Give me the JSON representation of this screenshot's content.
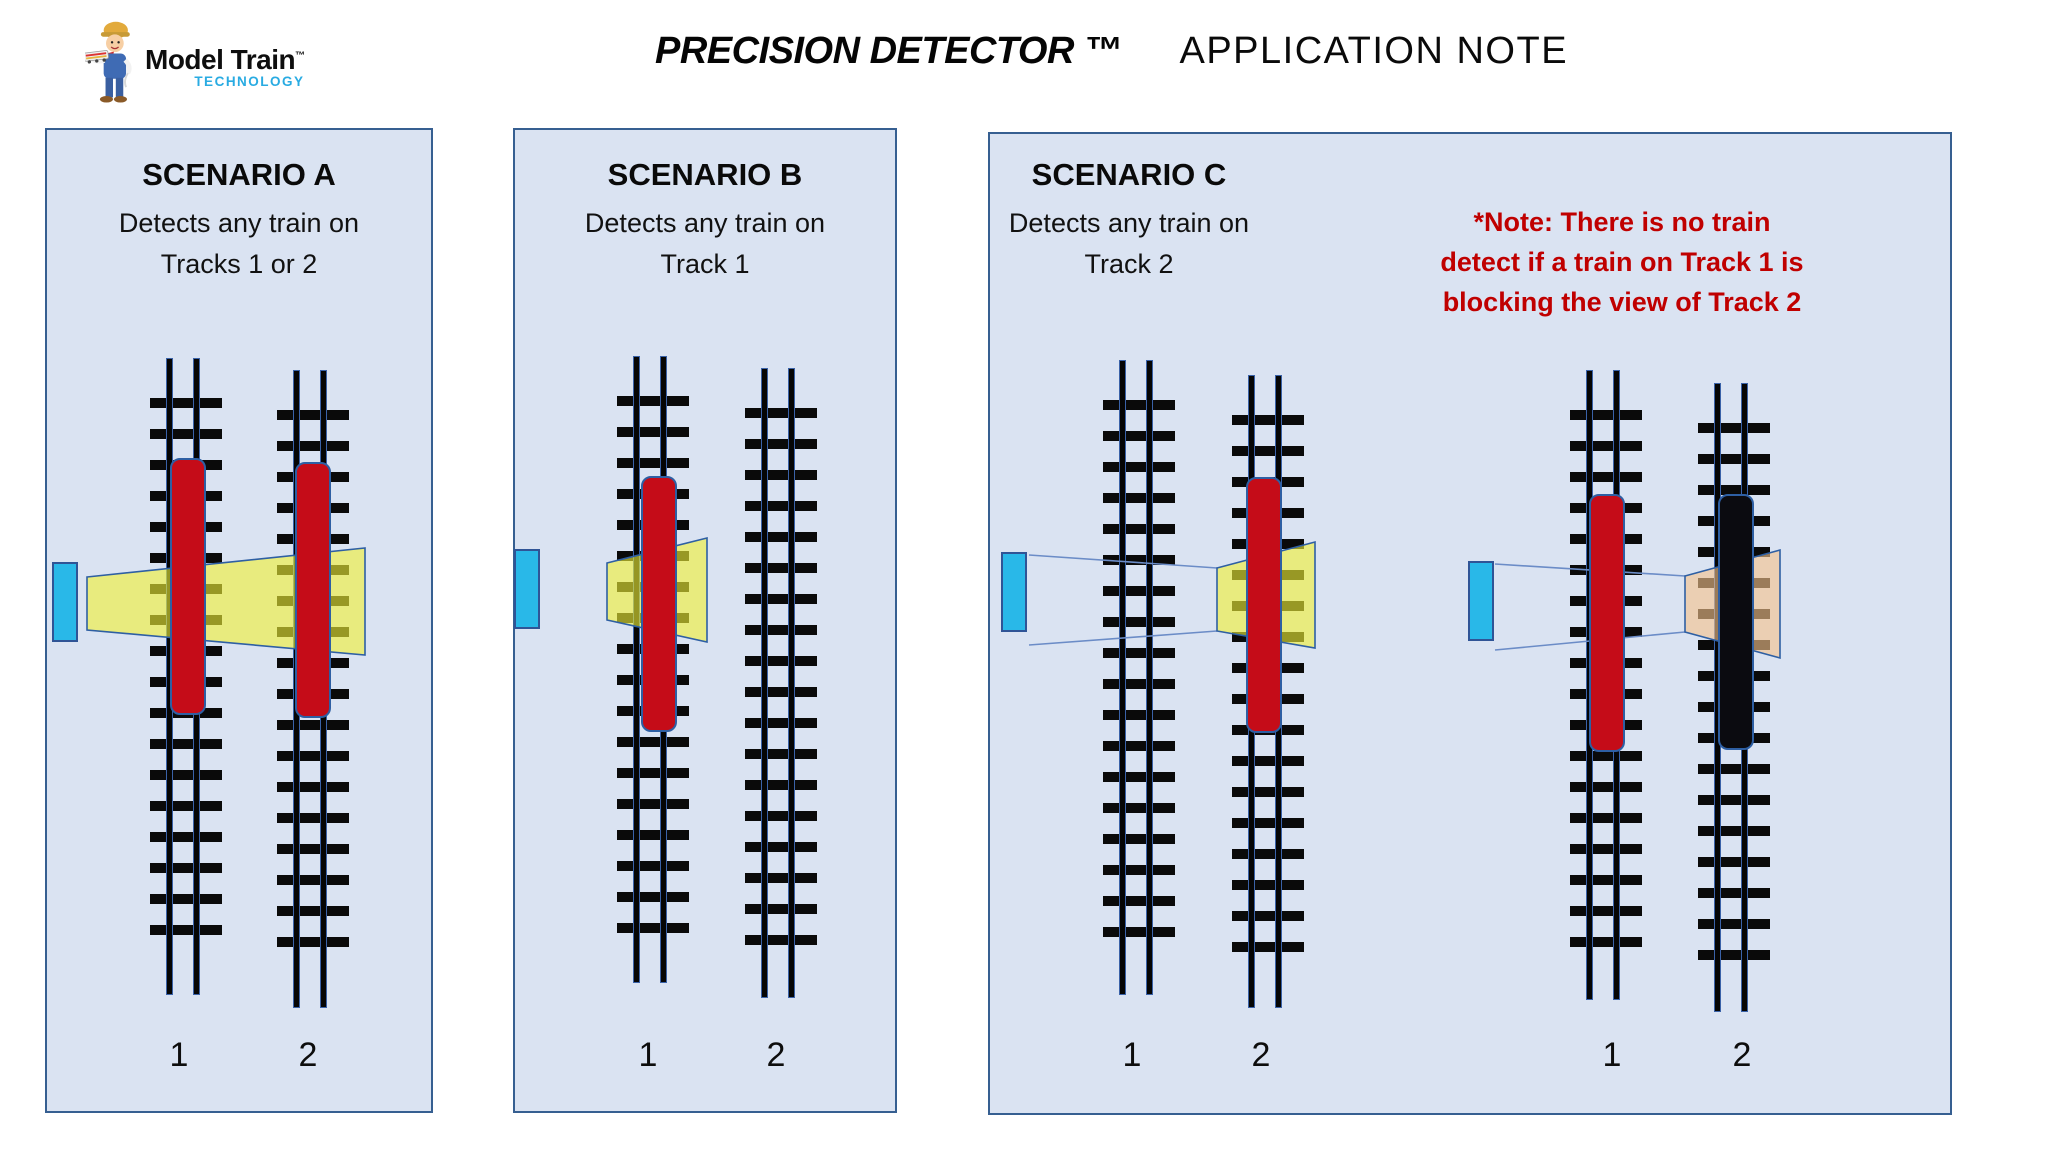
{
  "header": {
    "logo": {
      "brand": "Model Train",
      "tm": "™",
      "sub": "TECHNOLOGY"
    },
    "title_italic": "PRECISION DETECTOR ™",
    "title_regular": "APPLICATION NOTE"
  },
  "panels": [
    {
      "id": "A",
      "title": "SCENARIO A",
      "desc_line1": "Detects any train on",
      "desc_line2": "Tracks 1 or 2",
      "track_labels": [
        "1",
        "2"
      ]
    },
    {
      "id": "B",
      "title": "SCENARIO B",
      "desc_line1": "Detects any train on",
      "desc_line2": "Track 1",
      "track_labels": [
        "1",
        "2"
      ]
    },
    {
      "id": "C",
      "title": "SCENARIO C",
      "desc_line1": "Detects any train on",
      "desc_line2": "Track 2",
      "note_line1": "*Note: There is no train",
      "note_line2": "detect if a train on Track 1 is",
      "note_line3": "blocking the view of Track 2",
      "track_labels": [
        "1",
        "2",
        "1",
        "2"
      ]
    }
  ],
  "colors": {
    "panel-bg": "#dae3f2",
    "panel-border": "#365f91",
    "train-red": "#c50c18",
    "train-black": "#0b0b10",
    "detector-cyan": "#29b8e8",
    "beam-outline": "#2e5fa3",
    "note-red": "#c00000",
    "brand-blue": "#29abe2"
  }
}
